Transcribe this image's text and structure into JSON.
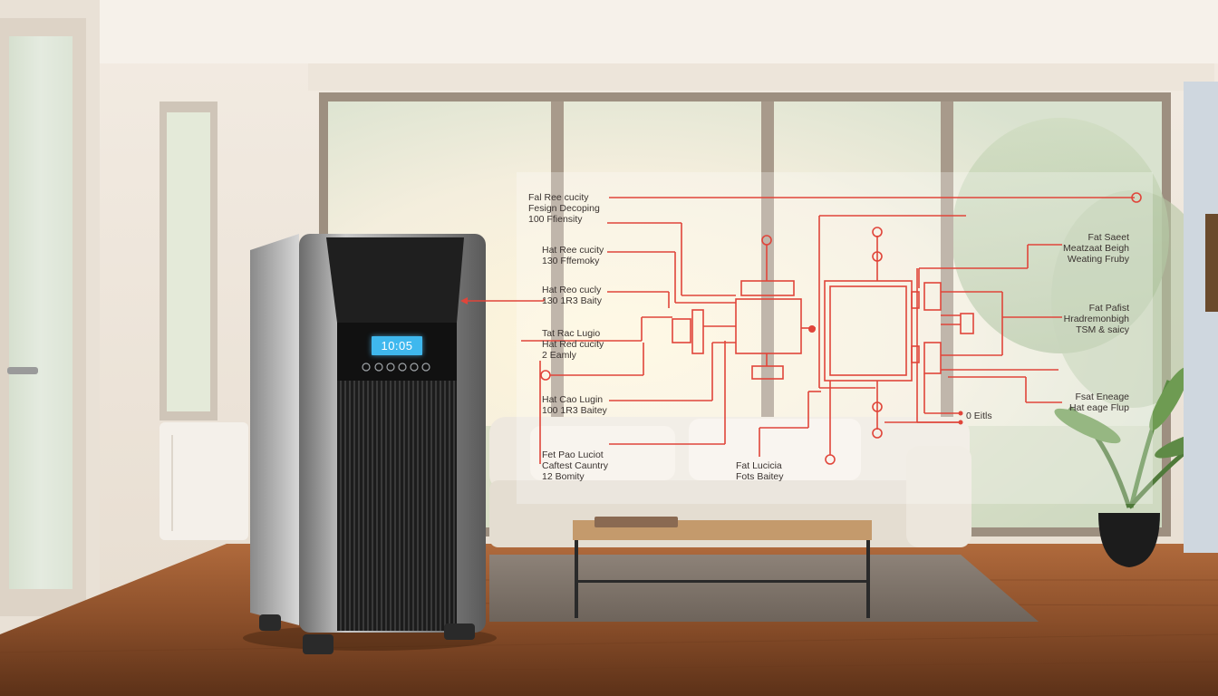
{
  "purifier": {
    "display_value": "10:05"
  },
  "diagram": {
    "accent_color": "#e0453a",
    "label_groups": [
      {
        "id": "tl-1",
        "lines": [
          "Fal Ree cucity",
          "Fesign Decoping",
          "100 Ffiensity"
        ]
      },
      {
        "id": "tl-2",
        "lines": [
          "Hat Ree cucity",
          "130 Fffemoky"
        ]
      },
      {
        "id": "tl-3",
        "lines": [
          "Hat Reo cucly",
          "130 1R3 Baity"
        ]
      },
      {
        "id": "ml-1",
        "lines": [
          "Tat Rac Lugio",
          "Hat Red cucity",
          "2 Eamly"
        ]
      },
      {
        "id": "ml-2",
        "lines": [
          "Hat Cao Lugin",
          "100 1R3 Baitey"
        ]
      },
      {
        "id": "bl-1",
        "lines": [
          "Fet Pao Luciot",
          "Caftest Cauntry",
          "12 Bomity"
        ]
      },
      {
        "id": "bc-1",
        "lines": [
          "Fat Lucicia",
          "Fots Baitey"
        ]
      },
      {
        "id": "tr-1",
        "lines": [
          "Fat Saeet",
          "Meatzaat Beigh",
          "Weating Fruby"
        ]
      },
      {
        "id": "mr-1",
        "lines": [
          "Fat Pafist",
          "Hradremonbigh",
          "TSM & saicy"
        ]
      },
      {
        "id": "r-small",
        "lines": [
          "0 Eitls"
        ]
      },
      {
        "id": "br-1",
        "lines": [
          "Fsat Eneage",
          "Hat eage Flup"
        ]
      }
    ]
  }
}
